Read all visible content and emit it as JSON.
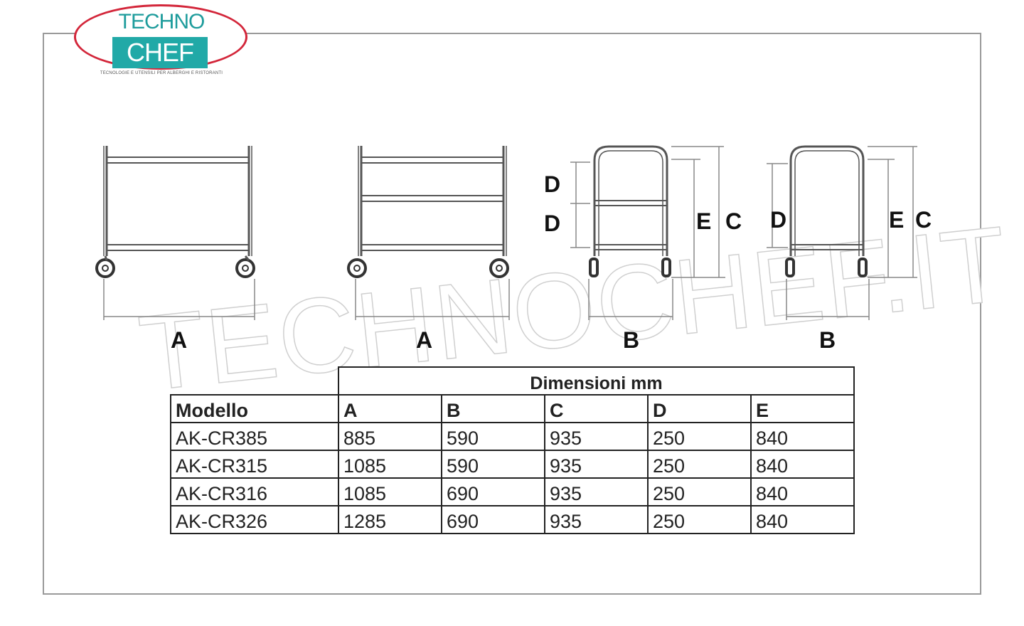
{
  "logo": {
    "line1": "TECHNO",
    "line2": "CHEF",
    "tagline": "TECNOLOGIE E UTENSILI PER ALBERGHI E RISTORANTI"
  },
  "watermark": "TECHNOCHEF.IT",
  "drawings": {
    "labels": {
      "front1_width": "A",
      "front2_width": "A",
      "side1_width": "B",
      "side2_width": "B",
      "side1_shelf_upper": "D",
      "side1_shelf_lower": "D",
      "side1_inner_height": "E",
      "side1_total_height": "C",
      "side2_shelf": "D",
      "side2_inner_height": "E",
      "side2_total_height": "C"
    }
  },
  "table": {
    "caption": "Dimensioni mm",
    "headers": [
      "Modello",
      "A",
      "B",
      "C",
      "D",
      "E"
    ],
    "rows": [
      [
        "AK-CR385",
        "885",
        "590",
        "935",
        "250",
        "840"
      ],
      [
        "AK-CR315",
        "1085",
        "590",
        "935",
        "250",
        "840"
      ],
      [
        "AK-CR316",
        "1085",
        "690",
        "935",
        "250",
        "840"
      ],
      [
        "AK-CR326",
        "1285",
        "690",
        "935",
        "250",
        "840"
      ]
    ]
  }
}
